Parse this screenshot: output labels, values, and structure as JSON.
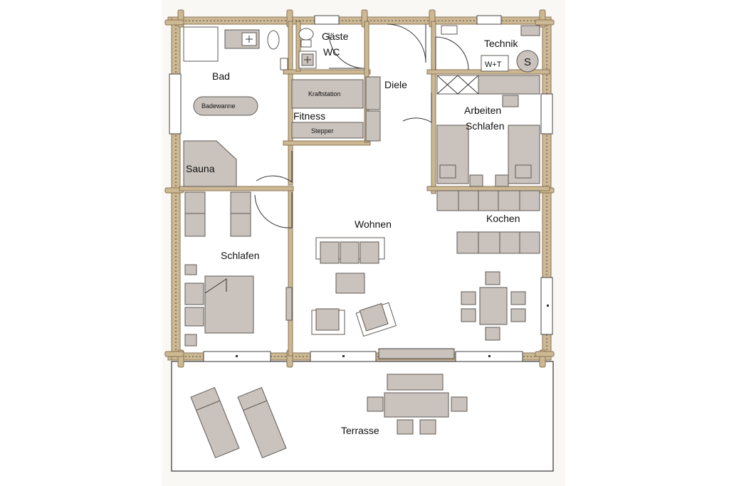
{
  "colors": {
    "paper": "#faf8f5",
    "wall": "#cdb894",
    "wall_edge": "#8a7455",
    "furniture": "#c9c2bd",
    "furniture_edge": "#5f5a56",
    "line": "#333333"
  },
  "rooms": {
    "bad": "Bad",
    "gaeste": "Gäste",
    "wc": "WC",
    "technik": "Technik",
    "diele": "Diele",
    "fitness": "Fitness",
    "arbeiten": "Arbeiten",
    "schlafen_office": "Schlafen",
    "sauna": "Sauna",
    "wohnen": "Wohnen",
    "kochen": "Kochen",
    "schlafen": "Schlafen",
    "terrasse": "Terrasse"
  },
  "fixtures": {
    "badewanne": "Badewanne",
    "kraftstation": "Kraftstation",
    "stepper": "Stepper",
    "wt": "W+T",
    "s": "S"
  }
}
